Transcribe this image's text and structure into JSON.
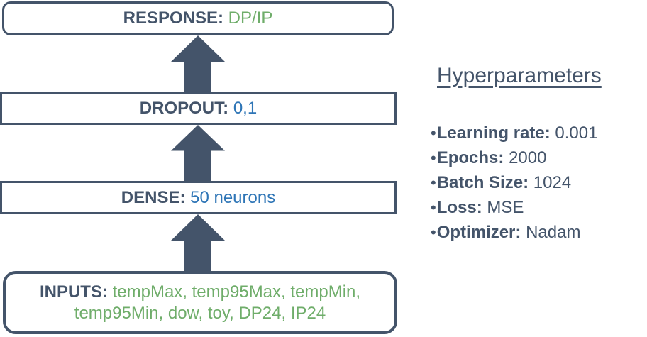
{
  "colors": {
    "dark_slate": "#44546A",
    "green": "#6FAD6A",
    "blue": "#2E75B6",
    "box_background": "#ffffff"
  },
  "diagram": {
    "layers": [
      {
        "label": "RESPONSE:",
        "value": "DP/IP",
        "value_color": "green"
      },
      {
        "label": "DROPOUT:",
        "value": "0,1",
        "value_color": "blue"
      },
      {
        "label": "DENSE:",
        "value": "50 neurons",
        "value_color": "blue"
      },
      {
        "label": "INPUTS:",
        "value_line1": "tempMax, temp95Max, tempMin,",
        "value_line2": "temp95Min, dow, toy, DP24, IP24",
        "value_color": "green"
      }
    ],
    "arrow_icon": "up-arrow"
  },
  "hyperparameters": {
    "title": "Hyperparameters",
    "bullet": "•",
    "items": [
      {
        "label": "Learning rate:",
        "value": "0.001"
      },
      {
        "label": "Epochs:",
        "value": "2000"
      },
      {
        "label": "Batch Size:",
        "value": "1024"
      },
      {
        "label": "Loss:",
        "value": "MSE"
      },
      {
        "label": "Optimizer:",
        "value": "Nadam"
      }
    ]
  }
}
